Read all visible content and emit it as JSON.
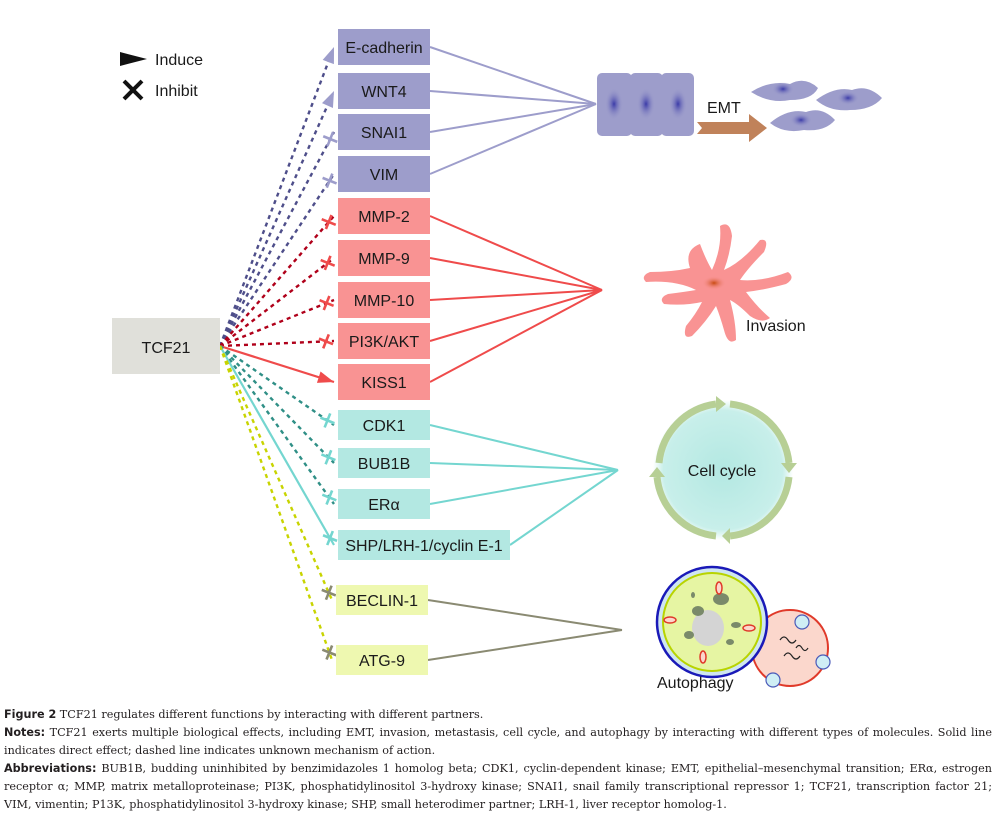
{
  "legend": {
    "induce_label": "Induce",
    "inhibit_label": "Inhibit"
  },
  "hub": {
    "label": "TCF21",
    "color": "#e0e0da"
  },
  "groups": [
    {
      "id": "emt",
      "box_color": "#9d9dcb",
      "line_color": "#9d9dcb",
      "dash_color": "#4e4e8a",
      "nodes": [
        {
          "label": "E-cadherin",
          "effect": "induce",
          "line": "dashed"
        },
        {
          "label": "WNT4",
          "effect": "induce",
          "line": "dashed"
        },
        {
          "label": "SNAI1",
          "effect": "inhibit",
          "line": "dashed"
        },
        {
          "label": "VIM",
          "effect": "inhibit",
          "line": "dashed"
        }
      ],
      "outcome": {
        "label": "EMT",
        "arrow_label": "EMT"
      }
    },
    {
      "id": "invasion",
      "box_color": "#f99393",
      "line_color": "#ef4b4b",
      "dash_color": "#b0001a",
      "nodes": [
        {
          "label": "MMP-2",
          "effect": "inhibit",
          "line": "dashed"
        },
        {
          "label": "MMP-9",
          "effect": "inhibit",
          "line": "dashed"
        },
        {
          "label": "MMP-10",
          "effect": "inhibit",
          "line": "dashed"
        },
        {
          "label": "PI3K/AKT",
          "effect": "inhibit",
          "line": "dashed"
        },
        {
          "label": "KISS1",
          "effect": "induce",
          "line": "solid"
        }
      ],
      "outcome": {
        "label": "Invasion"
      }
    },
    {
      "id": "cell-cycle",
      "box_color": "#b3e8e2",
      "line_color": "#74d6d0",
      "dash_color": "#2f8f86",
      "nodes": [
        {
          "label": "CDK1",
          "effect": "inhibit",
          "line": "dashed"
        },
        {
          "label": "BUB1B",
          "effect": "inhibit",
          "line": "dashed"
        },
        {
          "label": "ERα",
          "effect": "inhibit",
          "line": "dashed"
        },
        {
          "label": "SHP/LRH-1/cyclin E-1",
          "effect": "inhibit",
          "line": "solid"
        }
      ],
      "outcome": {
        "label": "Cell cycle"
      }
    },
    {
      "id": "autophagy",
      "box_color": "#eef8b0",
      "line_color": "#8a8a72",
      "dash_color": "#c8d400",
      "nodes": [
        {
          "label": "BECLIN-1",
          "effect": "inhibit",
          "line": "dashed"
        },
        {
          "label": "ATG-9",
          "effect": "inhibit",
          "line": "dashed"
        }
      ],
      "outcome": {
        "label": "Autophagy"
      }
    }
  ],
  "caption": {
    "figure_label": "Figure 2",
    "figure_text": " TCF21 regulates different functions by interacting with different partners.",
    "notes_label": "Notes:",
    "notes_text": " TCF21 exerts multiple biological effects, including EMT, invasion, metastasis, cell cycle, and autophagy by interacting with different types of molecules. Solid line indicates direct effect; dashed line indicates unknown mechanism of action.",
    "abbrev_label": "Abbreviations:",
    "abbrev_text": " BUB1B, budding uninhibited by benzimidazoles 1 homolog beta; CDK1, cyclin-dependent kinase; EMT, epithelial–mesenchymal transition; ERα, estrogen receptor α; MMP, matrix metalloproteinase; PI3K, phosphatidylinositol 3-hydroxy kinase; SNAI1, snail family transcriptional repressor 1; TCF21, transcription factor 21; VIM, vimentin; P13K, phosphatidylinositol 3-hydroxy kinase; SHP, small heterodimer partner; LRH-1, liver receptor homolog-1."
  }
}
